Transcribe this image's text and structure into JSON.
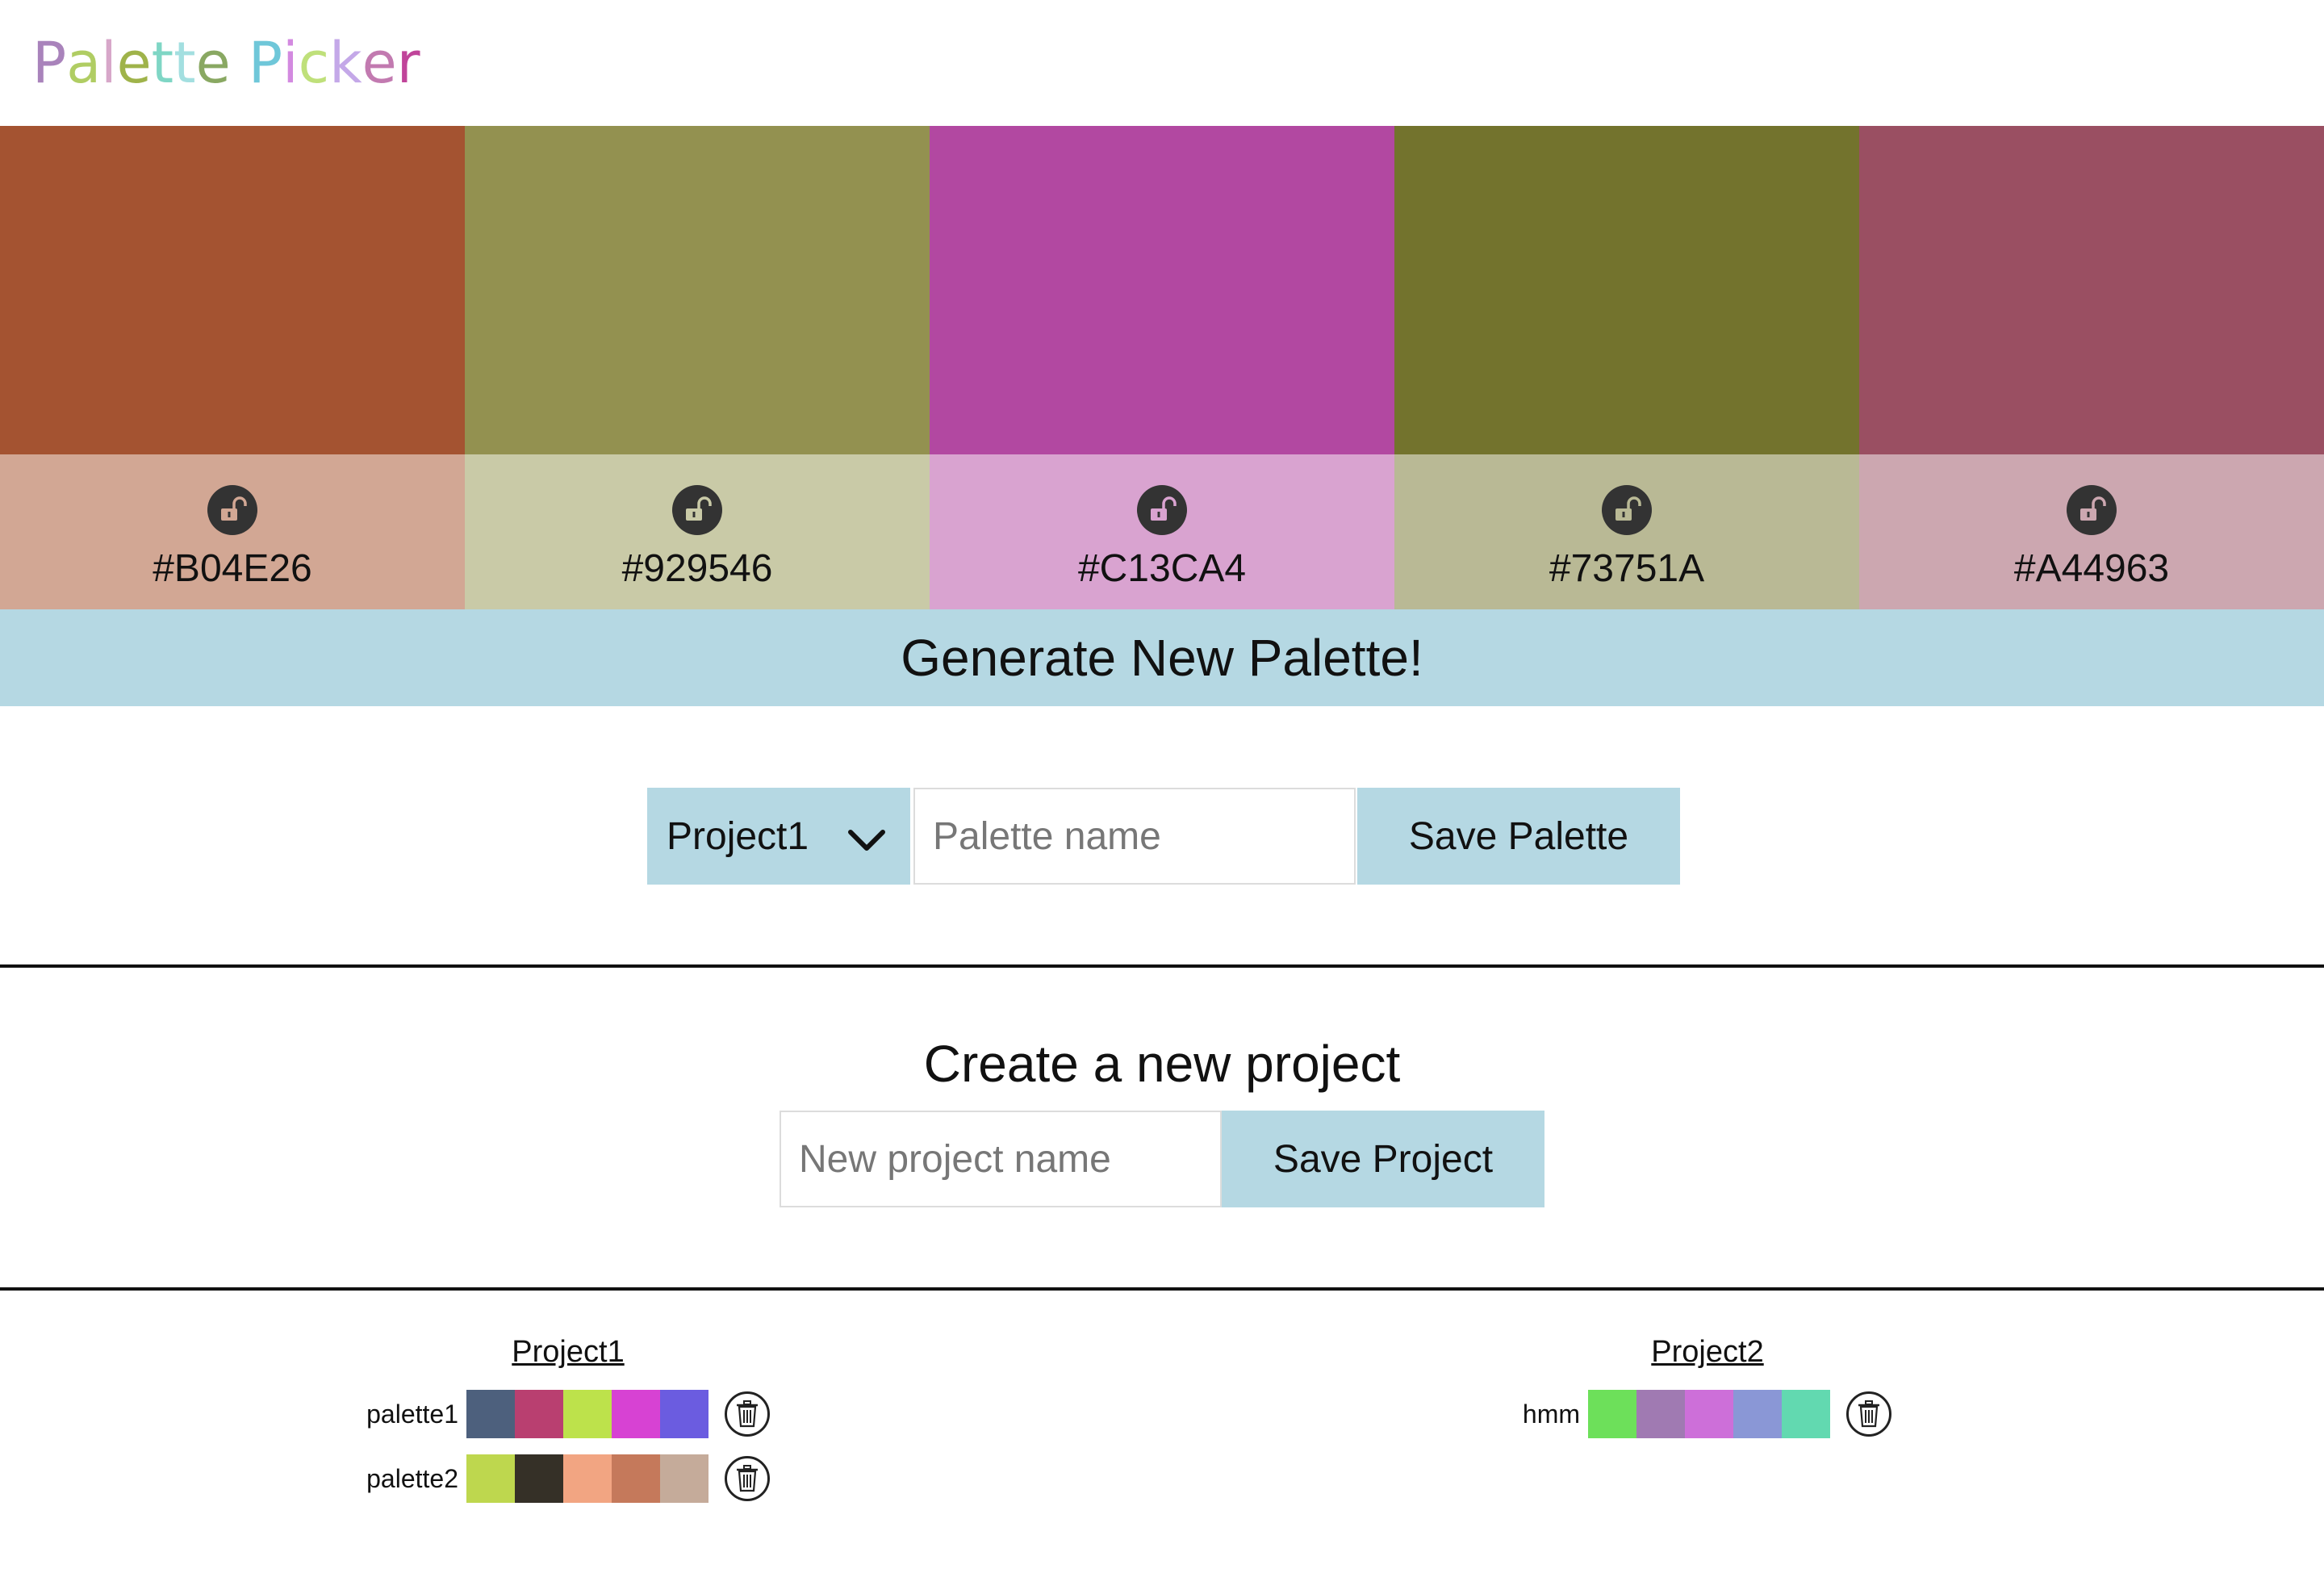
{
  "app": {
    "title_letters": [
      {
        "ch": "P",
        "color": "#a983bb"
      },
      {
        "ch": "a",
        "color": "#b0cd63"
      },
      {
        "ch": "l",
        "color": "#d7a7c9"
      },
      {
        "ch": "e",
        "color": "#9fb34a"
      },
      {
        "ch": "t",
        "color": "#7fd6c5"
      },
      {
        "ch": "t",
        "color": "#a3dfe0"
      },
      {
        "ch": "e",
        "color": "#89a862"
      },
      {
        "ch": " ",
        "color": "#ffffff"
      },
      {
        "ch": "P",
        "color": "#6fc7d9"
      },
      {
        "ch": "i",
        "color": "#d38ae0"
      },
      {
        "ch": "c",
        "color": "#bfe07a"
      },
      {
        "ch": "k",
        "color": "#c4a8e8"
      },
      {
        "ch": "e",
        "color": "#c27ab0"
      },
      {
        "ch": "r",
        "color": "#c0449a"
      }
    ]
  },
  "palette": {
    "colors": [
      {
        "hex": "#B04E26",
        "main": "#a45331",
        "tint": "#d2a794"
      },
      {
        "hex": "#929546",
        "main": "#939150",
        "tint": "#c9caa7"
      },
      {
        "hex": "#C13CA4",
        "main": "#b248a1",
        "tint": "#d9a3d0"
      },
      {
        "hex": "#73751A",
        "main": "#73732d",
        "tint": "#b9b995"
      },
      {
        "hex": "#A44963",
        "main": "#9a4f62",
        "tint": "#cca7b0"
      }
    ],
    "generate_label": "Generate New Palette!"
  },
  "save_palette": {
    "selected_project": "Project1",
    "palette_name_placeholder": "Palette name",
    "palette_name_value": "",
    "save_label": "Save Palette"
  },
  "new_project": {
    "title": "Create a new project",
    "name_placeholder": "New project name",
    "name_value": "",
    "save_label": "Save Project"
  },
  "projects": [
    {
      "name": "Project1",
      "palettes": [
        {
          "name": "palette1",
          "colors": [
            "#4d607d",
            "#b93f70",
            "#bde24b",
            "#d742d3",
            "#6b5ce0"
          ]
        },
        {
          "name": "palette2",
          "colors": [
            "#bed74e",
            "#353027",
            "#f2a582",
            "#c5795b",
            "#c5ab9a"
          ]
        }
      ]
    },
    {
      "name": "Project2",
      "palettes": [
        {
          "name": "hmm",
          "colors": [
            "#6de05a",
            "#a07ab2",
            "#cd6fd9",
            "#8a97d6",
            "#62d9b0"
          ]
        }
      ]
    }
  ]
}
